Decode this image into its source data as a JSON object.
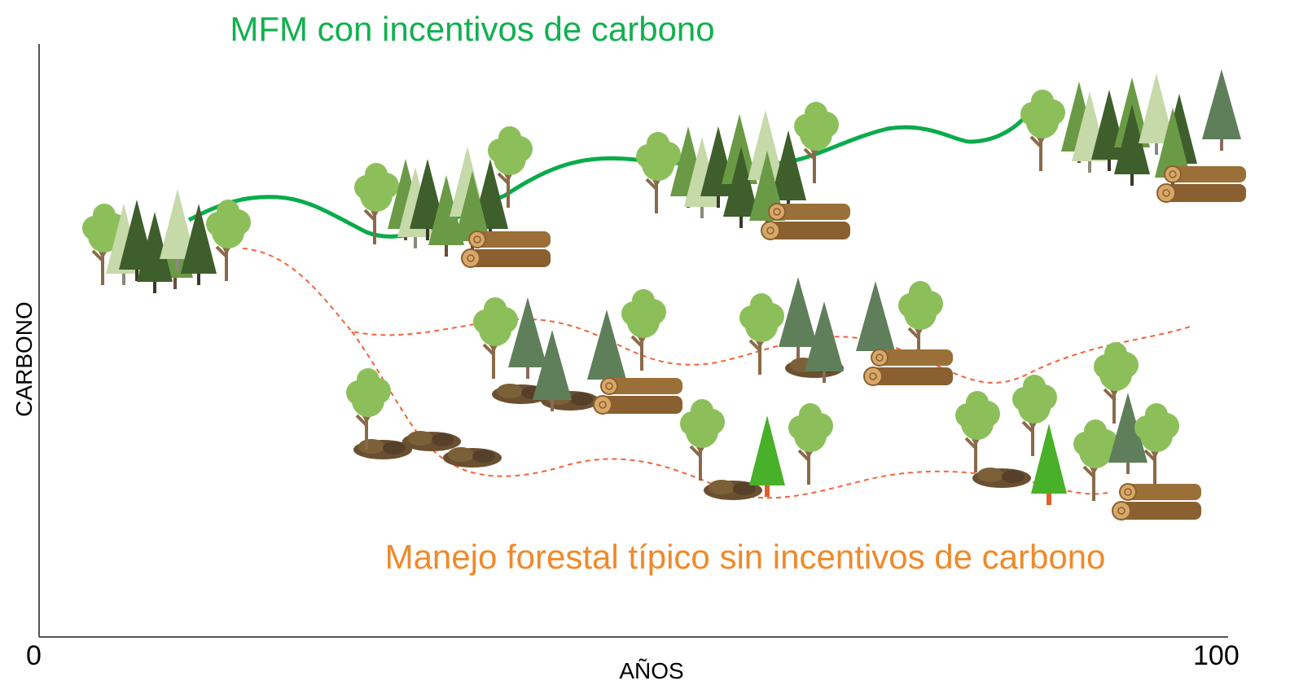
{
  "title_mfm": "MFM con incentivos de carbono",
  "title_typical": "Manejo forestal típico sin incentivos de carbono",
  "axis": {
    "y_label": "CARBONO",
    "x_label": "AÑOS",
    "x_start": "0",
    "x_end": "100"
  },
  "colors": {
    "mfm_line": "#0aab4a",
    "typical_line": "#f2643a",
    "title_green": "#12b04f",
    "title_orange": "#f0892a",
    "axis": "#555555",
    "leaf_light": "#8cbf5a",
    "leaf_dark": "#3e5e2b",
    "leaf_pale": "#c6d9a8",
    "leaf_mid": "#6a9a45",
    "log": "#8a6030",
    "shrub": "#6a5030",
    "trunk": "#8a6a4a",
    "fresh_conifer": "#49b02a"
  },
  "icons": [
    "deciduous-tree-icon",
    "conifer-tree-icon",
    "log-pile-icon",
    "shrub-icon"
  ]
}
